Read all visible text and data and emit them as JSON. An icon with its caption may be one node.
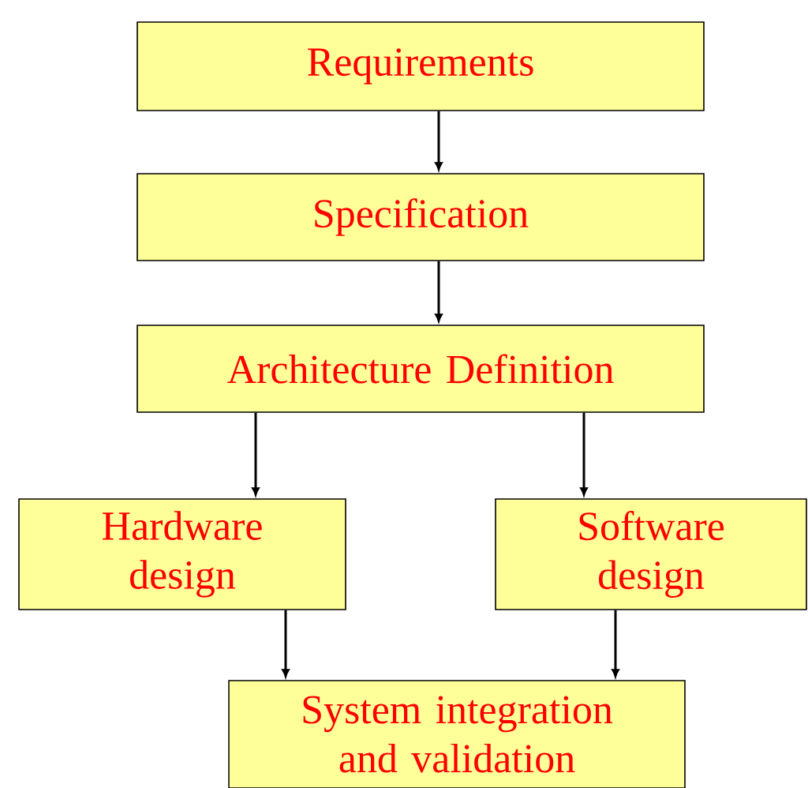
{
  "diagram": {
    "nodes": [
      {
        "text": [
          "Requirements"
        ]
      },
      {
        "text": [
          "Specification"
        ]
      },
      {
        "text": [
          "Architecture Definition"
        ]
      },
      {
        "text": [
          "Hardware design"
        ]
      },
      {
        "text": [
          "Software design"
        ]
      },
      {
        "text": [
          "System integration and validation"
        ]
      }
    ],
    "edges": [
      {
        "from": 0,
        "to": 1,
        "arrow": "to"
      },
      {
        "from": 1,
        "to": 2,
        "arrow": "to"
      },
      {
        "from": 2,
        "to": 3,
        "arrow": "to"
      },
      {
        "from": 2,
        "to": 4,
        "arrow": "to"
      },
      {
        "from": 3,
        "to": 5,
        "arrow": "to"
      },
      {
        "from": 4,
        "to": 5,
        "arrow": "to"
      }
    ]
  }
}
